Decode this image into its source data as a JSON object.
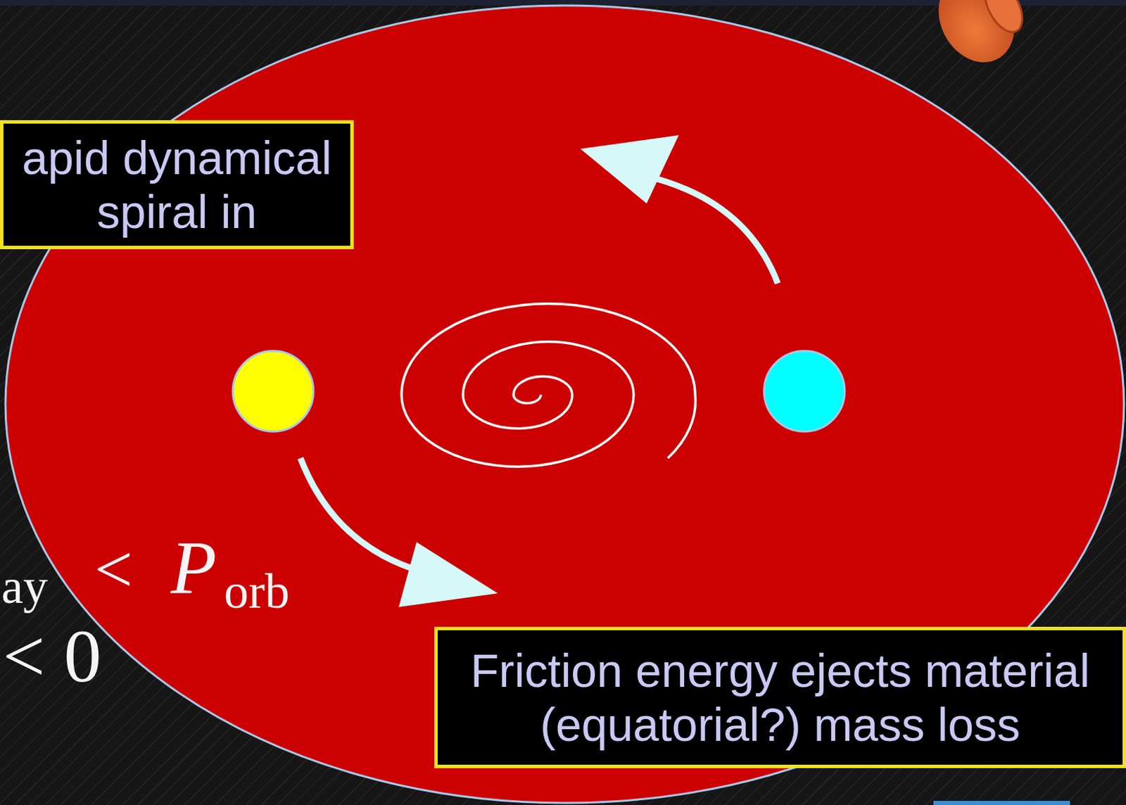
{
  "diagram": {
    "nodes": [
      {
        "text": [
          "apid dynamical spiral in"
        ]
      },
      {
        "text": [
          "Friction energy ejects material (equatorial?) mass loss"
        ]
      }
    ],
    "labels": [
      "ay",
      "<",
      "P",
      "orb",
      "< 0"
    ]
  }
}
